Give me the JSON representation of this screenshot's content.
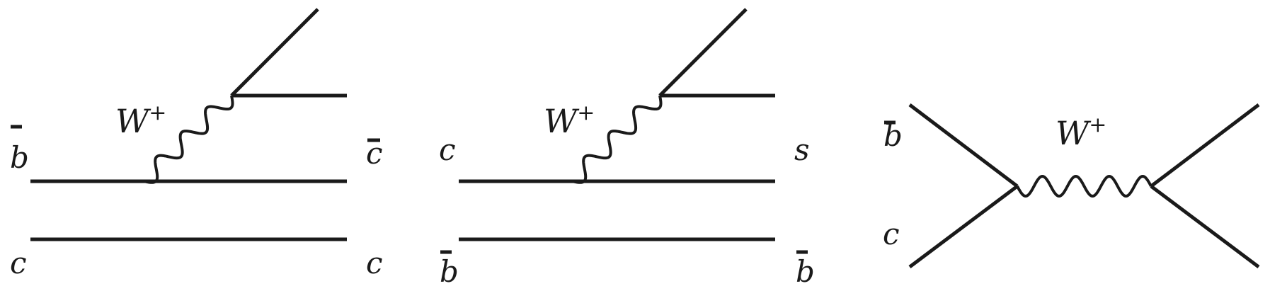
{
  "diagrams": [
    {
      "w_label": "W",
      "w_charge": "+",
      "top_left": "b",
      "top_left_bar": true,
      "top_right": "c",
      "top_right_bar": true,
      "bottom_left": "c",
      "bottom_left_bar": false,
      "bottom_right": "c",
      "bottom_right_bar": false
    },
    {
      "w_label": "W",
      "w_charge": "+",
      "top_left": "c",
      "top_left_bar": false,
      "top_right": "s",
      "top_right_bar": false,
      "bottom_left": "b",
      "bottom_left_bar": true,
      "bottom_right": "b",
      "bottom_right_bar": true
    },
    {
      "w_label": "W",
      "w_charge": "+",
      "top_left": "b",
      "top_left_bar": true,
      "bottom_left": "c",
      "bottom_left_bar": false
    }
  ],
  "colors": {
    "ink": "#1a1a1a",
    "background": "#ffffff"
  }
}
